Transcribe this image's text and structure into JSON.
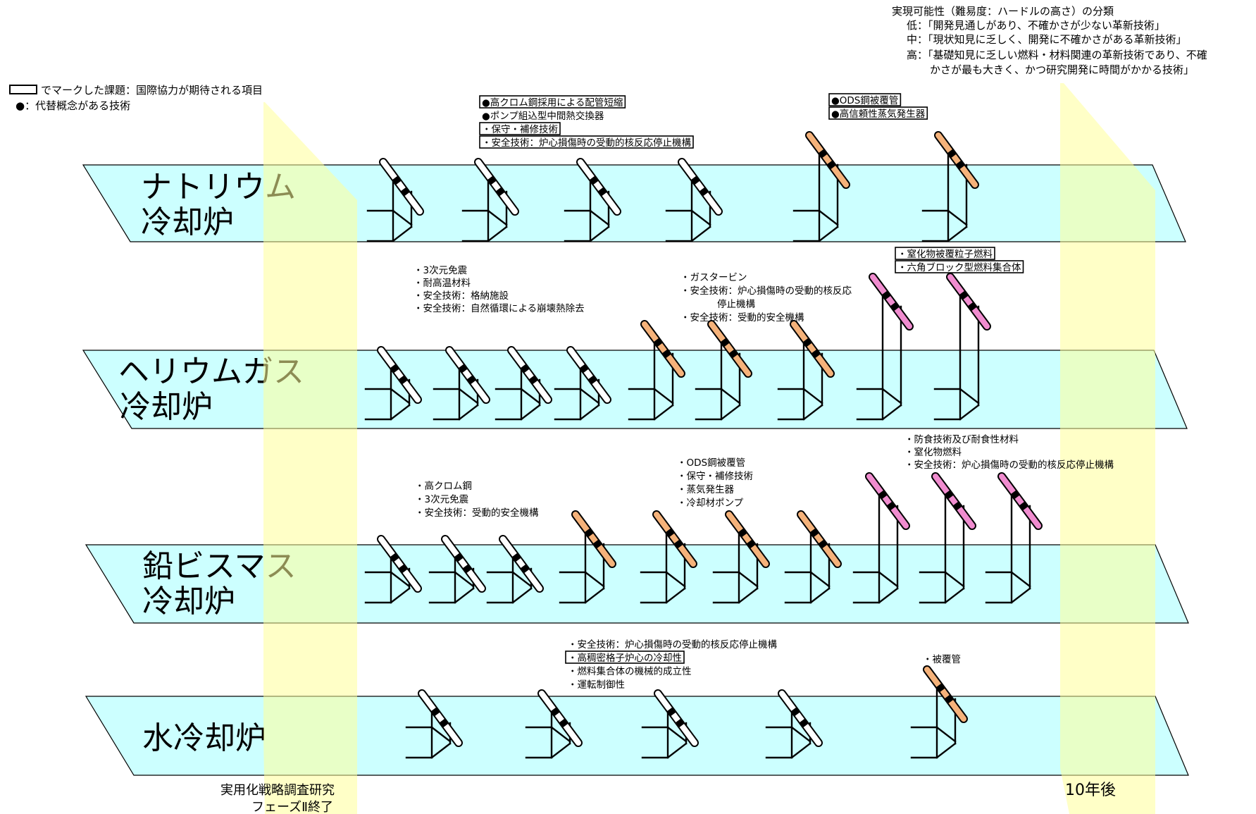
{
  "legend": {
    "box_text": "でマークした課題：国際協力が期待される項目",
    "dot_text": "●：代替概念がある技術"
  },
  "classification": {
    "title": "実現可能性（難易度：ハードルの高さ）の分類",
    "low": "低：「開発見通しがあり、不確かさが少ない革新技術」",
    "mid": "中：「現状知見に乏しく、開発に不確かさがある革新技術」",
    "high_1": "高：「基礎知見に乏しい燃料・材料関連の革新技術であり、不確",
    "high_2": "かさが最も大きく、かつ研究開発に時間がかかる技術」"
  },
  "colors": {
    "lane_fill": "#ccffff",
    "band_fill": "#ffff99",
    "hurdle_low": "#ffffff",
    "hurdle_mid": "#f5b27a",
    "hurdle_high": "#f08ccf"
  },
  "lanes": {
    "sodium": {
      "line1": "ナトリウム",
      "line2": "冷却炉"
    },
    "helium": {
      "line1": "ヘリウムガス",
      "line2": "冷却炉"
    },
    "lead": {
      "line1": "鉛ビスマス",
      "line2": "冷却炉"
    },
    "water": {
      "line1": "水冷却炉"
    }
  },
  "notes": {
    "sodium_1": {
      "lines": [
        {
          "text": "●高クロム鋼採用による配管短縮",
          "boxed": true
        },
        {
          "text": "●ポンプ組込型中間熱交換器",
          "boxed": false
        },
        {
          "text": "・保守・補修技術",
          "boxed": true
        },
        {
          "text": "・安全技術：炉心損傷時の受動的核反応停止機構",
          "boxed": true
        }
      ]
    },
    "sodium_2": {
      "lines": [
        {
          "text": "●ODS鋼被覆管",
          "boxed": true
        },
        {
          "text": "●高信頼性蒸気発生器",
          "boxed": true
        }
      ]
    },
    "helium_1": {
      "lines": [
        {
          "text": "・3次元免震",
          "boxed": false
        },
        {
          "text": "・耐高温材料",
          "boxed": false
        },
        {
          "text": "・安全技術：格納施設",
          "boxed": false
        },
        {
          "text": "・安全技術：自然循環による崩壊熱除去",
          "boxed": false
        }
      ]
    },
    "helium_2": {
      "lines": [
        {
          "text": "・ガスタービン",
          "boxed": false
        },
        {
          "text": "・安全技術：炉心損傷時の受動的核反応",
          "boxed": false
        },
        {
          "text": "停止機構",
          "boxed": false
        },
        {
          "text": "・安全技術：受動的安全機構",
          "boxed": false
        }
      ]
    },
    "helium_3": {
      "lines": [
        {
          "text": "・窒化物被覆粒子燃料",
          "boxed": true
        },
        {
          "text": "・六角ブロック型燃料集合体",
          "boxed": true
        }
      ]
    },
    "lead_1": {
      "lines": [
        {
          "text": "・高クロム鋼",
          "boxed": false
        },
        {
          "text": "・3次元免震",
          "boxed": false
        },
        {
          "text": "・安全技術：受動的安全機構",
          "boxed": false
        }
      ]
    },
    "lead_2": {
      "lines": [
        {
          "text": "・ODS鋼被覆管",
          "boxed": false
        },
        {
          "text": "・保守・補修技術",
          "boxed": false
        },
        {
          "text": "・蒸気発生器",
          "boxed": false
        },
        {
          "text": "・冷却材ポンプ",
          "boxed": false
        }
      ]
    },
    "lead_3": {
      "lines": [
        {
          "text": "・防食技術及び耐食性材料",
          "boxed": false
        },
        {
          "text": "・窒化物燃料",
          "boxed": false
        },
        {
          "text": "・安全技術：炉心損傷時の受動的核反応停止機構",
          "boxed": false
        }
      ]
    },
    "water_1": {
      "lines": [
        {
          "text": "・安全技術：炉心損傷時の受動的核反応停止機構",
          "boxed": false
        },
        {
          "text": "・高稠密格子炉心の冷却性",
          "boxed": true
        },
        {
          "text": "・燃料集合体の機械的成立性",
          "boxed": false
        },
        {
          "text": "・運転制御性",
          "boxed": false
        }
      ]
    },
    "water_2": {
      "lines": [
        {
          "text": "・被覆管",
          "boxed": false
        }
      ]
    }
  },
  "hurdles": {
    "sodium": [
      "low",
      "low",
      "low",
      "low",
      "mid",
      "mid"
    ],
    "helium": [
      "low",
      "low",
      "low",
      "low",
      "mid",
      "mid",
      "mid",
      "high",
      "high"
    ],
    "lead": [
      "low",
      "low",
      "low",
      "mid",
      "mid",
      "mid",
      "mid",
      "high",
      "high",
      "high"
    ],
    "water": [
      "low",
      "low",
      "low",
      "low",
      "mid"
    ]
  },
  "milestones": {
    "start_1": "実用化戦略調査研究",
    "start_2": "フェーズⅡ終了",
    "end": "10年後"
  }
}
